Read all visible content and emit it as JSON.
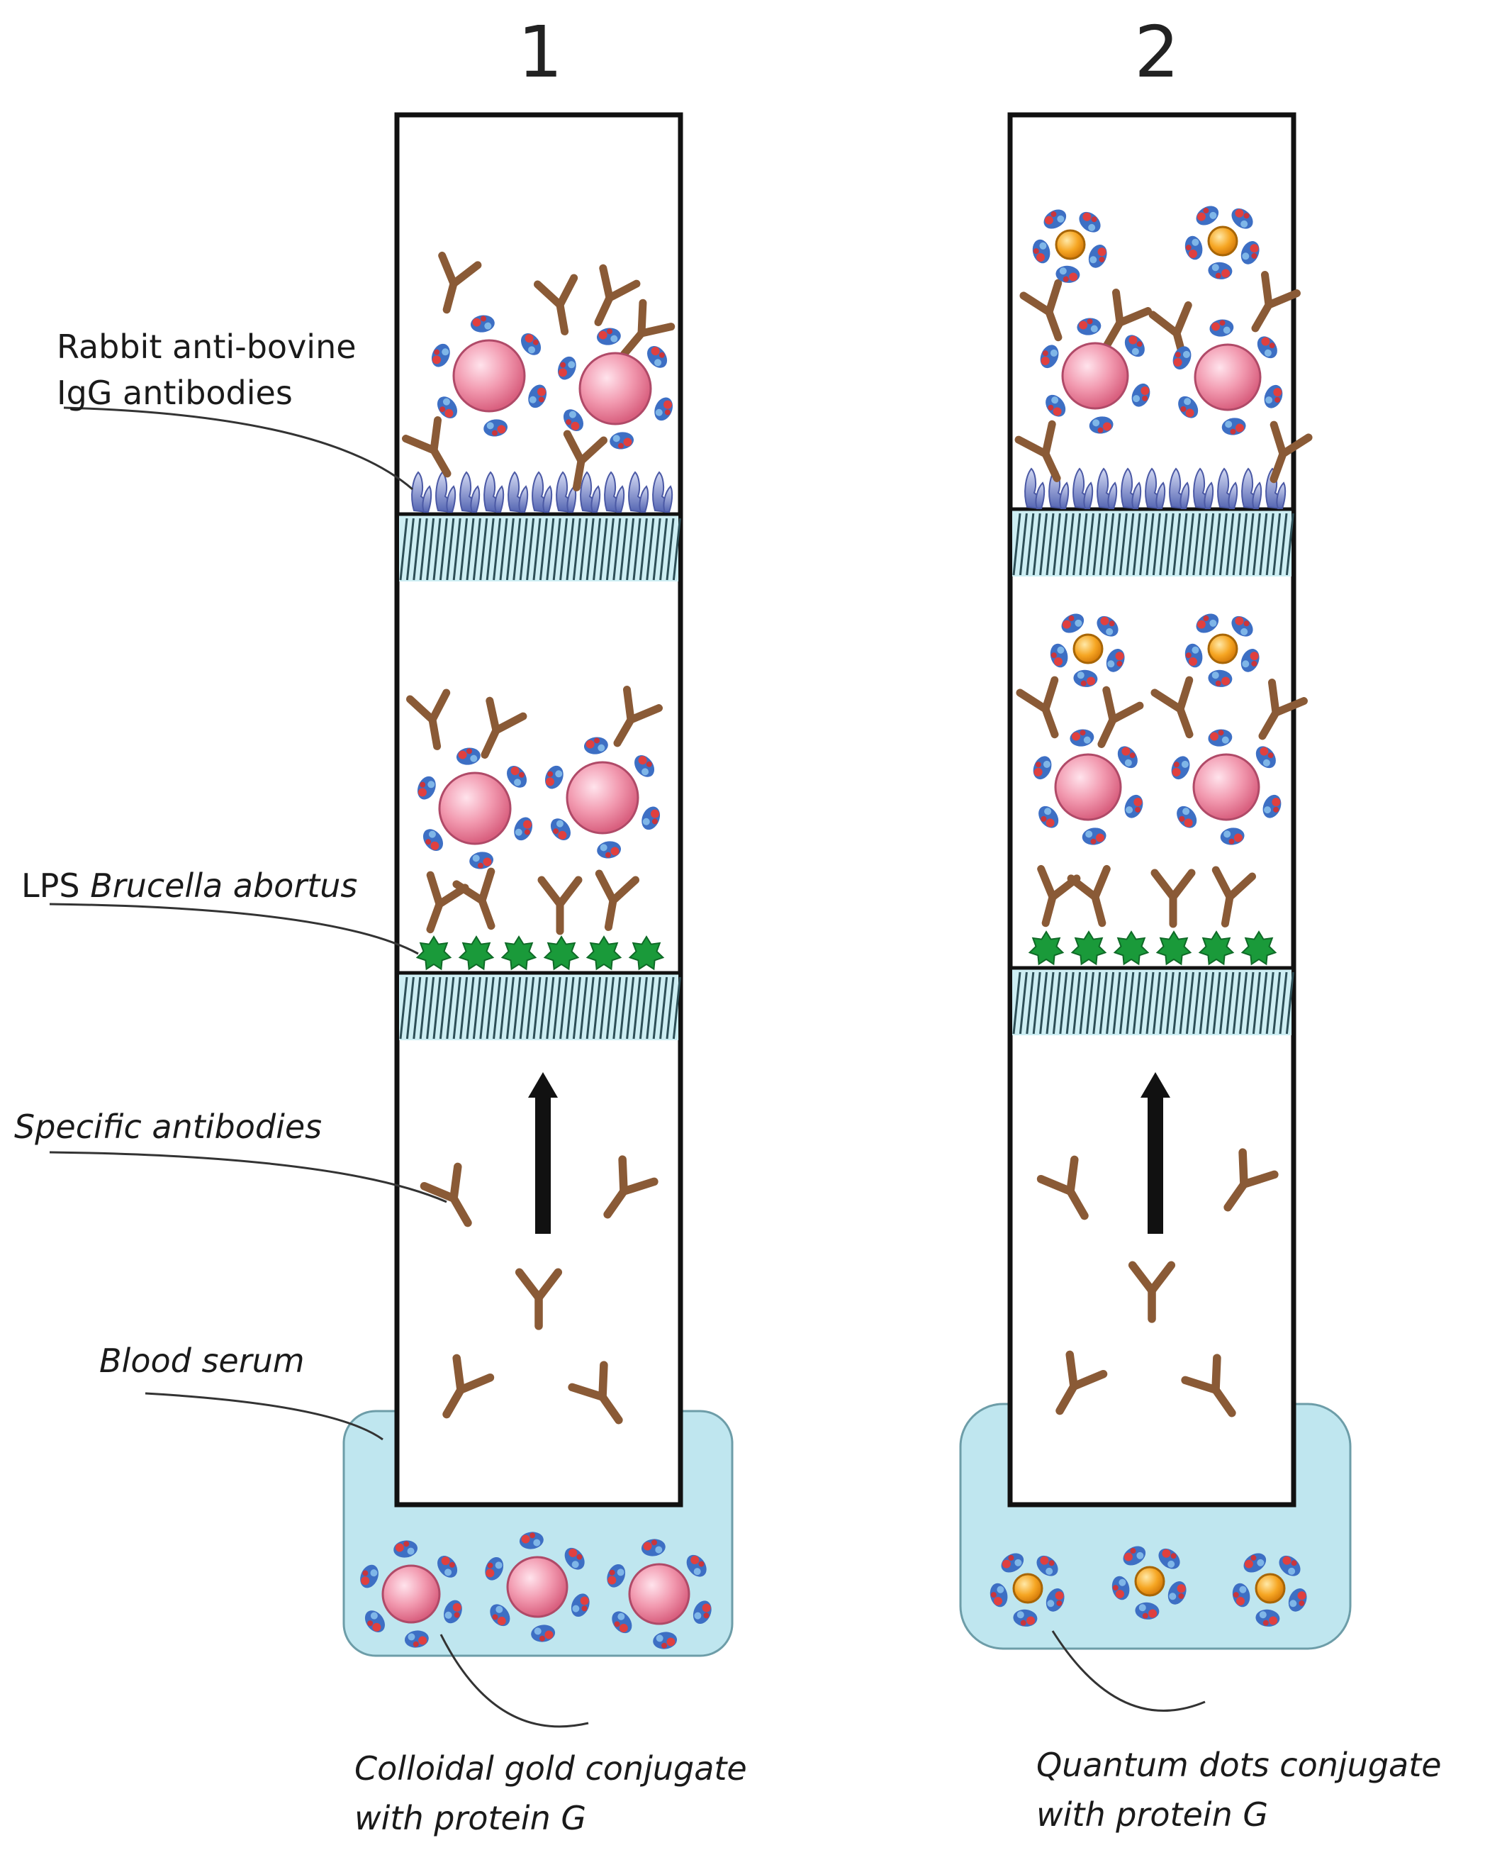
{
  "panels": [
    {
      "number": "1",
      "conjugate_line1": "Colloidal gold conjugate",
      "conjugate_line2": "with protein G"
    },
    {
      "number": "2",
      "conjugate_line1": "Quantum dots conjugate",
      "conjugate_line2": "with protein G"
    }
  ],
  "labels": {
    "rabbit_line1": "Rabbit anti-bovine",
    "rabbit_line2": "IgG antibodies",
    "lps_prefix": "LPS ",
    "lps_italic": "Brucella abortus",
    "specific": "Specific antibodies",
    "blood": "Blood serum"
  },
  "colors": {
    "strip_border": "#111111",
    "serum_fill": "#bfe6ef",
    "line_hatch": "#2d4f57",
    "line_band": "#cdeef3",
    "antibody": "#8a5a36",
    "gold_particle": "#f29ab0",
    "quantum_dot": "#f6a623",
    "lps": "#1a9a3a",
    "rabbit_igg": "#6f7fc4"
  }
}
